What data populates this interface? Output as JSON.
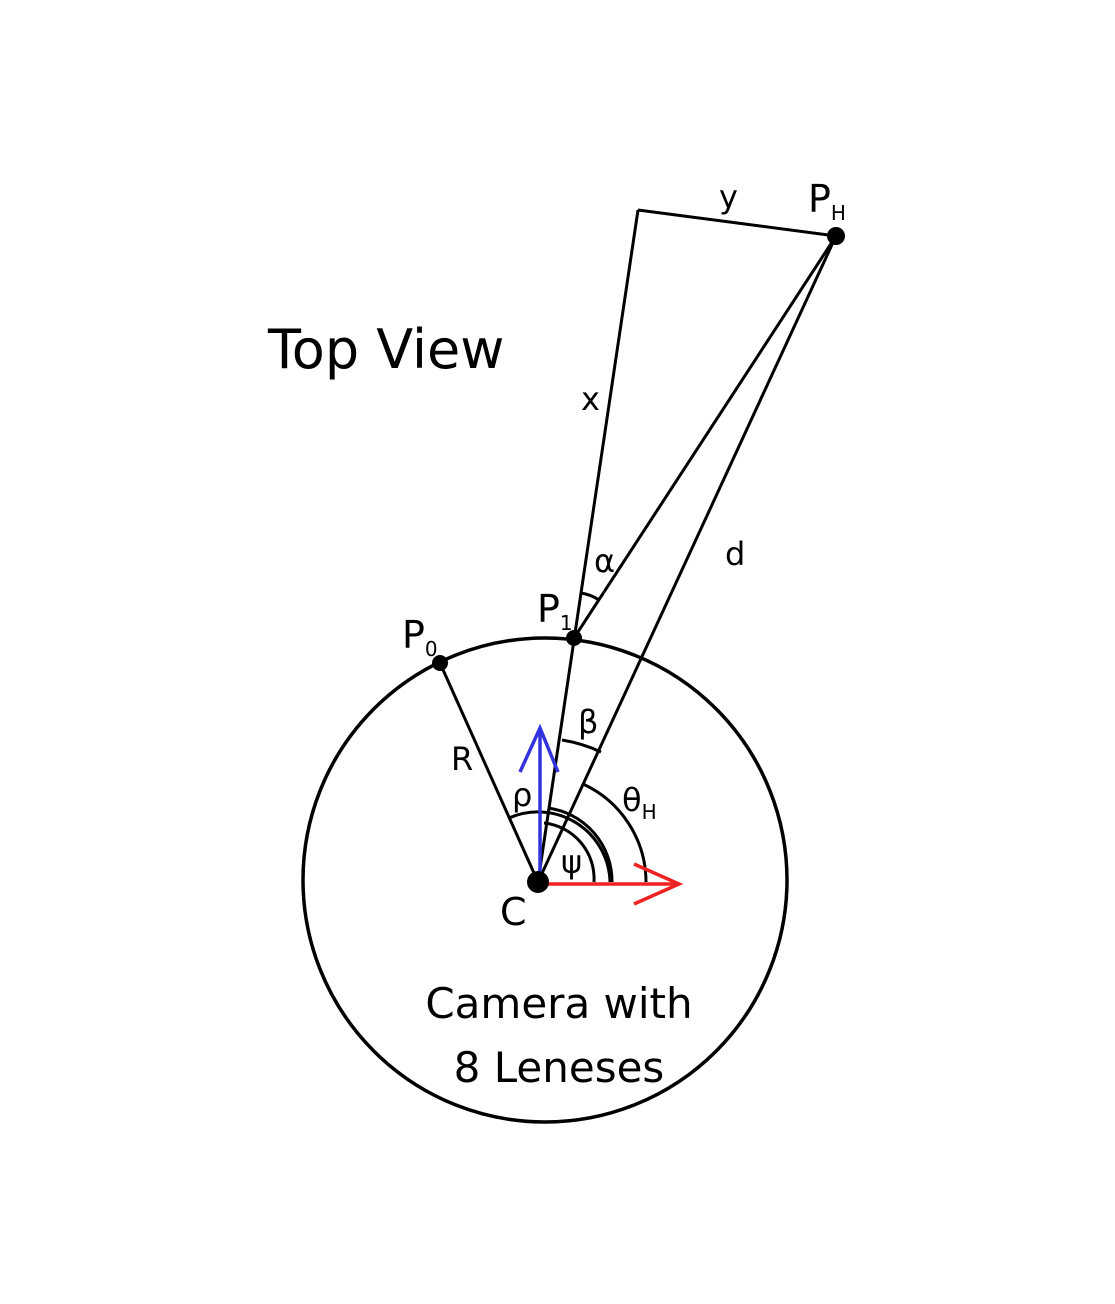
{
  "title": "Top View",
  "caption": {
    "line1": "Camera with",
    "line2": "8 Leneses"
  },
  "points": {
    "c": "C",
    "p0": "P",
    "p0_sub": "0",
    "p1": "P",
    "p1_sub": "1",
    "ph": "P",
    "ph_sub": "H"
  },
  "lengths": {
    "x": "x",
    "y": "y",
    "d": "d",
    "r": "R"
  },
  "angles": {
    "alpha": "α",
    "beta": "β",
    "rho": "ρ",
    "psi": "ψ",
    "theta": "θ",
    "theta_sub": "H"
  },
  "colors": {
    "line": "#000000",
    "forward_axis": "#3333dd",
    "right_axis": "#ee2222"
  }
}
